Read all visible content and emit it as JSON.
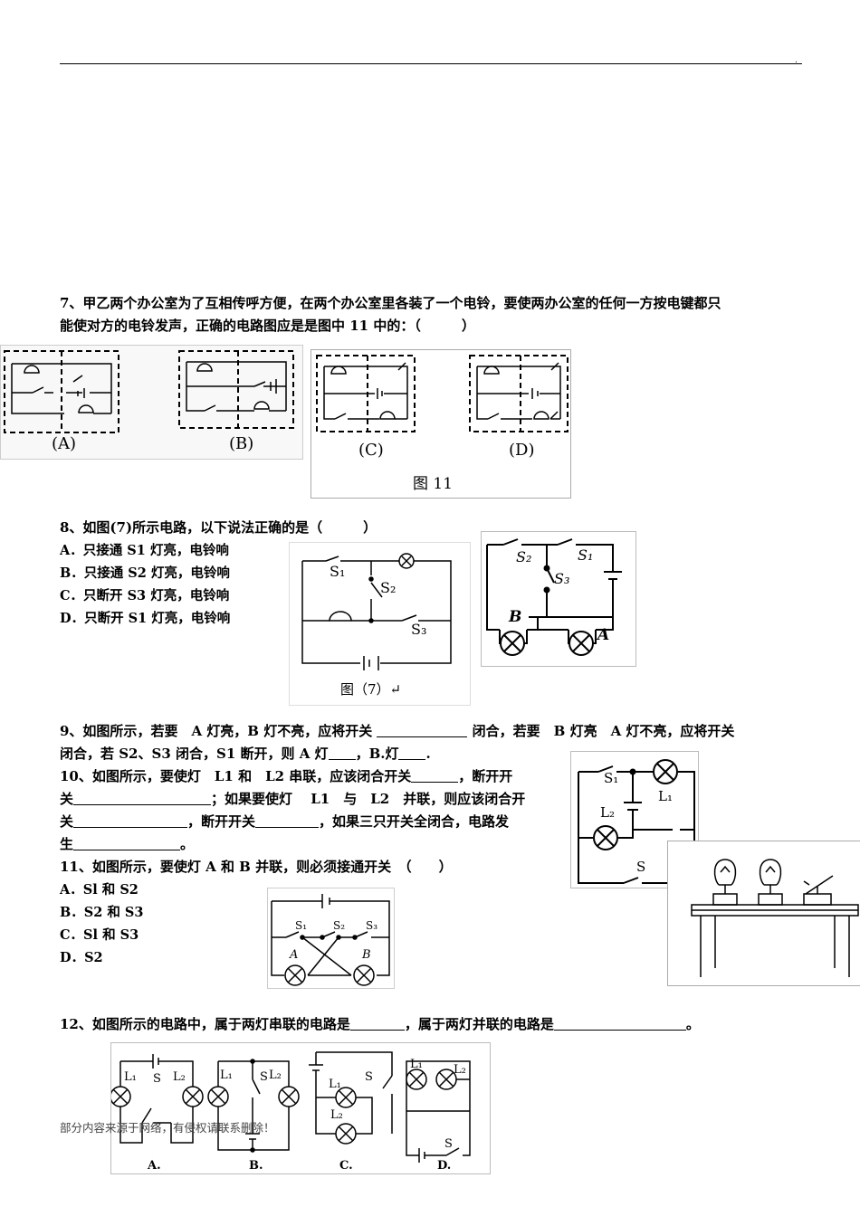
{
  "header": {
    "mark": "."
  },
  "q7": {
    "line1": "7、甲乙两个办公室为了互相传呼方便，在两个办公室里各装了一个电铃，要使两办公室的任何一方按电键都只",
    "line2": "能使对方的电铃发声，正确的电路图应是是图中 11 中的：（　　　）",
    "fig_labels": [
      "(A)",
      "(B)",
      "(C)",
      "(D)"
    ],
    "fig_caption": "图 11"
  },
  "q8": {
    "stem": "8、如图(7)所示电路，以下说法正确的是（　　　）",
    "options": [
      "A．只接通 S1 灯亮，电铃响",
      "B．只接通 S2 灯亮，电铃响",
      "C．只断开 S3 灯亮，电铃响",
      "D．只断开 S1 灯亮，电铃响"
    ],
    "fig7": {
      "s1": "S₁",
      "s2": "S₂",
      "s3": "S₃",
      "caption": "图（7）↵"
    },
    "figb": {
      "s1": "S₁",
      "s2": "S₂",
      "s3": "S₃",
      "lampA": "A",
      "lampB": "B"
    }
  },
  "q9": {
    "l1a": "9、如图所示，若要　A 灯亮，B 灯不亮，应将开关",
    "l1b": "闭合，若要　B 灯亮　A 灯不亮，应将开关",
    "l2a": "闭合，若 S2、S3 闭合，S1 断开，则 A 灯",
    "l2b": "，B.灯",
    "l2c": "."
  },
  "q10": {
    "l1a": "10、如图所示，要使灯　L1 和　L2 串联，应该闭合开关",
    "l1b": "，断开开",
    "l2a": "关",
    "l2b": "；如果要使灯　 L1　与　L2　并联，则应该闭合开",
    "l3a": "关",
    "l3b": "，断开开关",
    "l3c": "，如果三只开关全闭合，电路发",
    "l4a": "生",
    "l4b": "。",
    "fig": {
      "s1": "S₁",
      "l1": "L₁",
      "l2": "L₂",
      "s": "S"
    }
  },
  "q11": {
    "stem": "11、如图所示，要使灯 A 和 B 并联，则必须接通开关　（　　）",
    "options": [
      "A．Sl 和 S2",
      "B．S2 和 S3",
      "C．Sl 和 S3",
      "D．S2"
    ],
    "fig": {
      "s1": "S₁",
      "s2": "S₂",
      "s3": "S₃",
      "a": "A",
      "b": "B"
    }
  },
  "q12": {
    "a": "12、如图所示的电路中，属于两灯串联的电路是",
    "b": "，属于两灯并联的电路是",
    "c": "。",
    "fig": {
      "l1": "L₁",
      "l2": "L₂",
      "s": "S",
      "labels": [
        "A.",
        "B.",
        "C.",
        "D."
      ]
    }
  },
  "footer": "部分内容来源于网络，有侵权请联系删除！"
}
